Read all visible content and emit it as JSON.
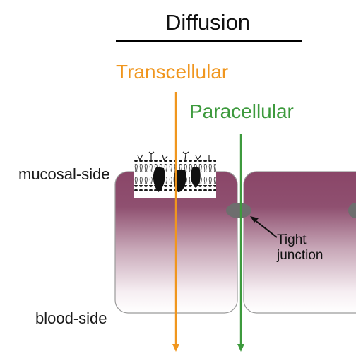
{
  "title": "Diffusion",
  "pathways": {
    "transcellular": "Transcellular",
    "paracellular": "Paracellular"
  },
  "sides": {
    "mucosal": "mucosal-side",
    "blood": "blood-side"
  },
  "annotation": {
    "tight_junction_line1": "Tight",
    "tight_junction_line2": "junction"
  },
  "colors": {
    "transcellular": "#f0961e",
    "paracellular": "#3d9a3d",
    "cell_top": "#8a4668",
    "cell_bottom": "#ffffff",
    "cell_border": "#9a9a9a",
    "tight_junction": "#6e6e6e"
  },
  "icons": {
    "membrane": "lipid-bilayer-icon"
  }
}
